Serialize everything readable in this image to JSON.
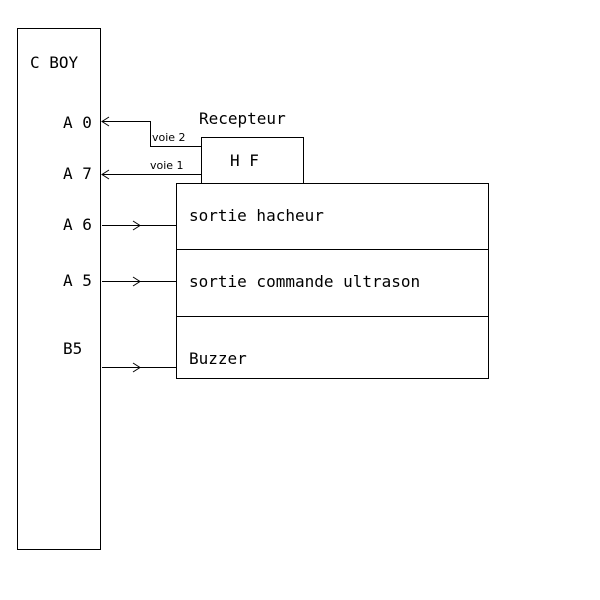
{
  "controller": {
    "title": "C BOY",
    "pins": {
      "a0": "A 0",
      "a7": "A 7",
      "a6": "A 6",
      "a5": "A 5",
      "b5": "B5"
    }
  },
  "receiver": {
    "title": "Recepteur",
    "label": "H F",
    "channel_2": "voie 2",
    "channel_1": "voie 1"
  },
  "outputs": {
    "chopper": "sortie hacheur",
    "ultrasound": "sortie commande ultrason",
    "buzzer": "Buzzer"
  }
}
